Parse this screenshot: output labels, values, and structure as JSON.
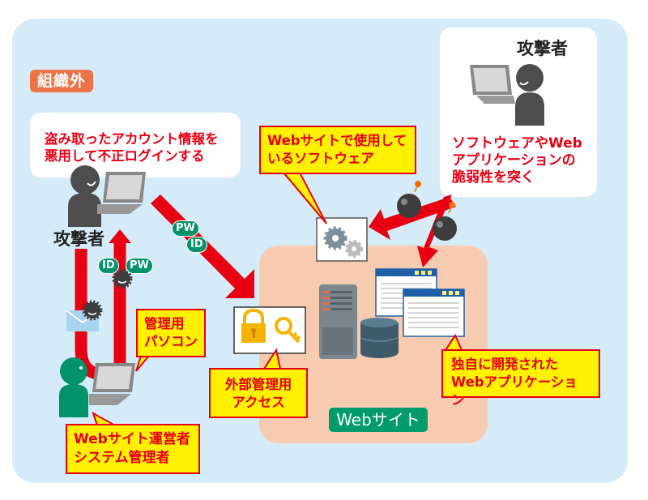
{
  "zone_label": "組織外",
  "attacker_left": {
    "label": "攻撃者",
    "description_lines": [
      "盗み取ったアカウント情報を",
      "悪用して不正ログインする"
    ]
  },
  "attacker_right": {
    "label": "攻撃者",
    "description_lines": [
      "ソフトウェアやWeb",
      "アプリケーションの",
      "脆弱性を突く"
    ]
  },
  "callouts": {
    "software": [
      "Webサイトで使用して",
      "いるソフトウェア"
    ],
    "admin_pc": [
      "管理用",
      "パソコン"
    ],
    "external_access": [
      "外部管理用",
      "アクセス"
    ],
    "webapp": [
      "独自に開発された",
      "Webアプリケーション"
    ],
    "operator": [
      "Webサイト運営者",
      "システム管理者"
    ]
  },
  "badges": {
    "pw": "PW",
    "id": "ID"
  },
  "website_label": "Webサイト",
  "colors": {
    "background": "#d6ebf8",
    "zone_label": "#ec7448",
    "alert_red": "#e60012",
    "callout_yellow": "#fff100",
    "website_zone": "#f7cbb0",
    "website_label": "#009b6b",
    "operator_green": "#00936a",
    "attacker_gray": "#4d4d4d"
  }
}
